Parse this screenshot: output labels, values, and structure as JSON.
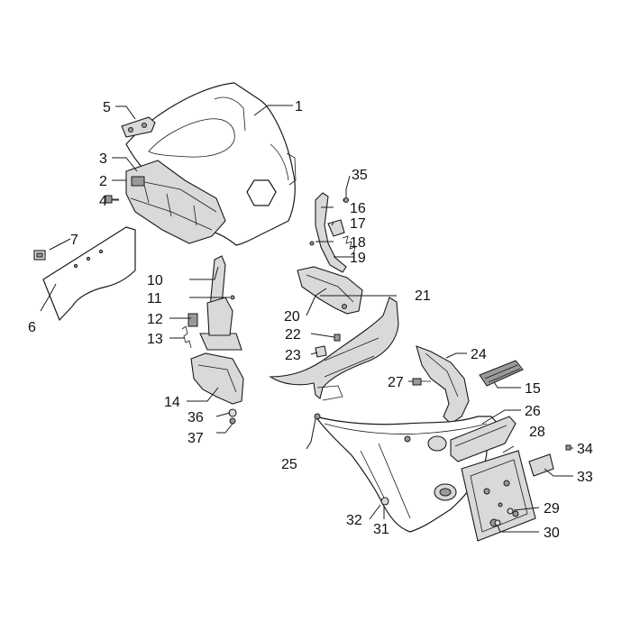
{
  "callouts": [
    "1",
    "2",
    "3",
    "4",
    "5",
    "6",
    "7",
    "10",
    "11",
    "12",
    "13",
    "14",
    "15",
    "16",
    "17",
    "18",
    "19",
    "20",
    "21",
    "22",
    "23",
    "24",
    "25",
    "26",
    "27",
    "28",
    "29",
    "30",
    "31",
    "32",
    "33",
    "34",
    "35",
    "36",
    "37"
  ],
  "colors": {
    "line": "#1a1a1a",
    "fill_shaded": "#d9d9d9",
    "fill_dark": "#9a9a9a",
    "background": "#ffffff"
  }
}
